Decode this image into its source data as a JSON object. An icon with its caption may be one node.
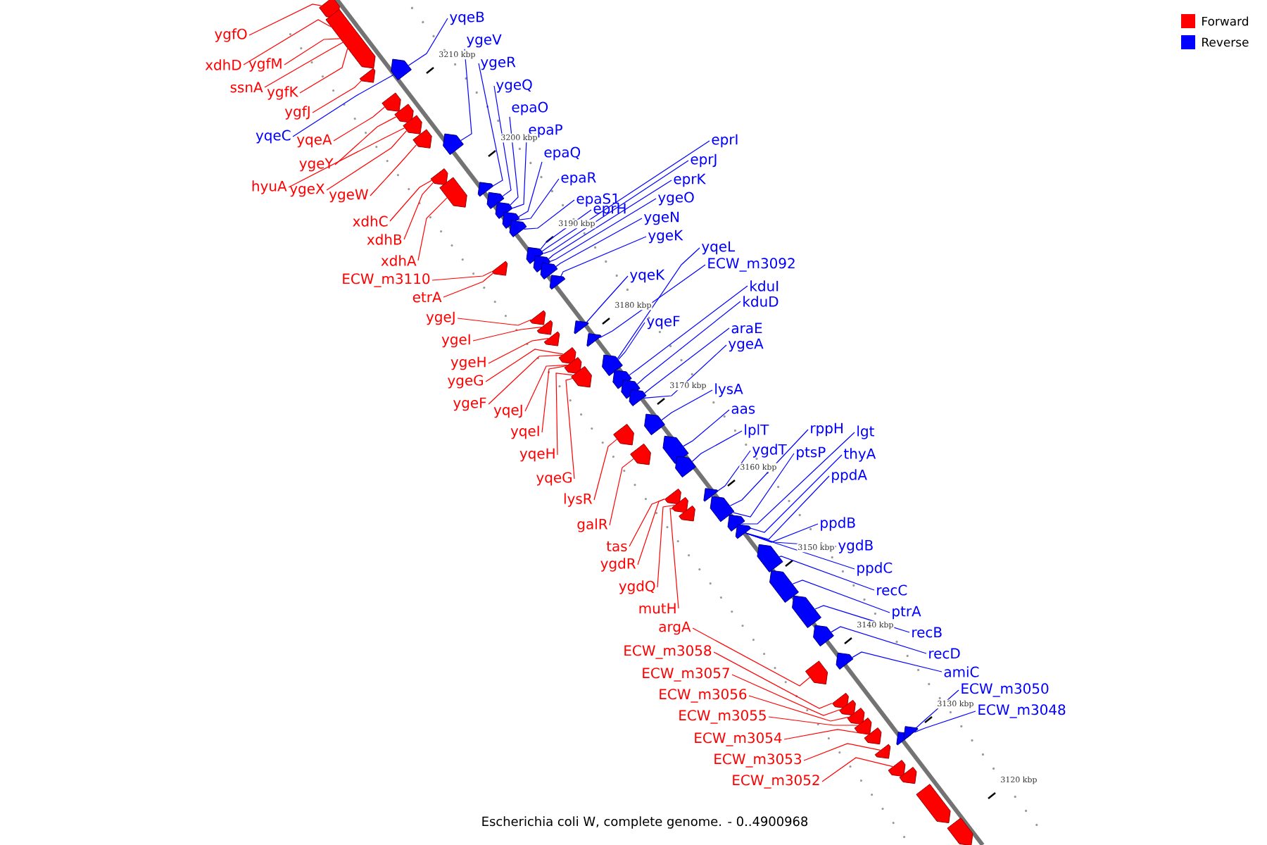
{
  "diagram": {
    "caption": "Escherichia coli W, complete genome. - 0..4900968",
    "nodes": [
      {
        "text": [
          "ygfO"
        ]
      },
      {
        "text": [
          "xdhD"
        ]
      },
      {
        "text": [
          "ygfM"
        ]
      },
      {
        "text": [
          "ssnA"
        ]
      },
      {
        "text": [
          "ygfK"
        ]
      },
      {
        "text": [
          "ygfJ"
        ]
      },
      {
        "text": [
          "yqeC"
        ]
      },
      {
        "text": [
          "yqeA"
        ]
      },
      {
        "text": [
          "ygeY"
        ]
      },
      {
        "text": [
          "hyuA"
        ]
      },
      {
        "text": [
          "ygeX"
        ]
      },
      {
        "text": [
          "ygeW"
        ]
      },
      {
        "text": [
          "xdhC"
        ]
      },
      {
        "text": [
          "xdhB"
        ]
      },
      {
        "text": [
          "xdhA"
        ]
      },
      {
        "text": [
          "ECW_m3110"
        ]
      },
      {
        "text": [
          "etrA"
        ]
      },
      {
        "text": [
          "ygeJ"
        ]
      },
      {
        "text": [
          "ygeI"
        ]
      },
      {
        "text": [
          "ygeH"
        ]
      },
      {
        "text": [
          "ygeG"
        ]
      },
      {
        "text": [
          "ygeF"
        ]
      },
      {
        "text": [
          "yqeJ"
        ]
      },
      {
        "text": [
          "yqeI"
        ]
      },
      {
        "text": [
          "yqeH"
        ]
      },
      {
        "text": [
          "yqeG"
        ]
      },
      {
        "text": [
          "lysR"
        ]
      },
      {
        "text": [
          "galR"
        ]
      },
      {
        "text": [
          "tas"
        ]
      },
      {
        "text": [
          "ygdR"
        ]
      },
      {
        "text": [
          "ygdQ"
        ]
      },
      {
        "text": [
          "mutH"
        ]
      },
      {
        "text": [
          "argA"
        ]
      },
      {
        "text": [
          "ECW_m3058"
        ]
      },
      {
        "text": [
          "ECW_m3057"
        ]
      },
      {
        "text": [
          "ECW_m3056"
        ]
      },
      {
        "text": [
          "ECW_m3055"
        ]
      },
      {
        "text": [
          "ECW_m3054"
        ]
      },
      {
        "text": [
          "ECW_m3053"
        ]
      },
      {
        "text": [
          "ECW_m3052"
        ]
      },
      {
        "text": [
          "yqeB"
        ]
      },
      {
        "text": [
          "ygeV"
        ]
      },
      {
        "text": [
          "ygeR"
        ]
      },
      {
        "text": [
          "ygeQ"
        ]
      },
      {
        "text": [
          "epaO"
        ]
      },
      {
        "text": [
          "epaP"
        ]
      },
      {
        "text": [
          "epaQ"
        ]
      },
      {
        "text": [
          "epaR"
        ]
      },
      {
        "text": [
          "epaS1"
        ]
      },
      {
        "text": [
          "eprI"
        ]
      },
      {
        "text": [
          "eprJ"
        ]
      },
      {
        "text": [
          "eprK"
        ]
      },
      {
        "text": [
          "ygeO"
        ]
      },
      {
        "text": [
          "eprH"
        ]
      },
      {
        "text": [
          "ygeN"
        ]
      },
      {
        "text": [
          "ygeK"
        ]
      },
      {
        "text": [
          "yqeL"
        ]
      },
      {
        "text": [
          "ECW_m3092"
        ]
      },
      {
        "text": [
          "yqeK"
        ]
      },
      {
        "text": [
          "kduI"
        ]
      },
      {
        "text": [
          "kduD"
        ]
      },
      {
        "text": [
          "yqeF"
        ]
      },
      {
        "text": [
          "araE"
        ]
      },
      {
        "text": [
          "ygeA"
        ]
      },
      {
        "text": [
          "lysA"
        ]
      },
      {
        "text": [
          "aas"
        ]
      },
      {
        "text": [
          "lplT"
        ]
      },
      {
        "text": [
          "rppH"
        ]
      },
      {
        "text": [
          "lgt"
        ]
      },
      {
        "text": [
          "ygdT"
        ]
      },
      {
        "text": [
          "ptsP"
        ]
      },
      {
        "text": [
          "thyA"
        ]
      },
      {
        "text": [
          "ppdA"
        ]
      },
      {
        "text": [
          "ppdB"
        ]
      },
      {
        "text": [
          "ygdB"
        ]
      },
      {
        "text": [
          "ppdC"
        ]
      },
      {
        "text": [
          "recC"
        ]
      },
      {
        "text": [
          "ptrA"
        ]
      },
      {
        "text": [
          "recB"
        ]
      },
      {
        "text": [
          "recD"
        ]
      },
      {
        "text": [
          "amiC"
        ]
      },
      {
        "text": [
          "ECW_m3050"
        ]
      },
      {
        "text": [
          "ECW_m3048"
        ]
      },
      {
        "text": [],
        "shape": "arrow"
      },
      {
        "text": [],
        "shape": "arrow"
      },
      {
        "text": [],
        "shape": "arrow"
      },
      {
        "text": [],
        "shape": "arrow"
      },
      {
        "text": [],
        "shape": "arrow"
      },
      {
        "text": [],
        "shape": "arrow"
      },
      {
        "text": [],
        "shape": "arrow"
      },
      {
        "text": [],
        "shape": "arrow"
      },
      {
        "text": [],
        "shape": "arrow"
      },
      {
        "text": [],
        "shape": "arrow"
      },
      {
        "text": [],
        "shape": "arrow"
      },
      {
        "text": [],
        "shape": "arrow"
      },
      {
        "text": [],
        "shape": "arrow"
      },
      {
        "text": [],
        "shape": "arrow"
      },
      {
        "text": [],
        "shape": "arrow"
      },
      {
        "text": [],
        "shape": "arrow"
      },
      {
        "text": [],
        "shape": "arrow"
      },
      {
        "text": [],
        "shape": "arrow"
      },
      {
        "text": [],
        "shape": "arrow"
      },
      {
        "text": [],
        "shape": "arrow"
      },
      {
        "text": [],
        "shape": "arrow"
      },
      {
        "text": [],
        "shape": "arrow"
      },
      {
        "text": [],
        "shape": "arrow"
      },
      {
        "text": [],
        "shape": "arrow"
      },
      {
        "text": [],
        "shape": "arrow"
      },
      {
        "text": [],
        "shape": "arrow"
      },
      {
        "text": [],
        "shape": "arrow"
      },
      {
        "text": [],
        "shape": "arrow"
      },
      {
        "text": [],
        "shape": "arrow"
      },
      {
        "text": [],
        "shape": "arrow"
      },
      {
        "text": [],
        "shape": "arrow"
      },
      {
        "text": [],
        "shape": "arrow"
      },
      {
        "text": [],
        "shape": "arrow"
      },
      {
        "text": [],
        "shape": "arrow"
      },
      {
        "text": [],
        "shape": "arrow"
      },
      {
        "text": [],
        "shape": "arrow"
      },
      {
        "text": [],
        "shape": "arrow"
      },
      {
        "text": [],
        "shape": "arrow"
      },
      {
        "text": [],
        "shape": "arrow"
      },
      {
        "text": [],
        "shape": "arrow"
      },
      {
        "text": [],
        "shape": "arrow"
      },
      {
        "text": [],
        "shape": "arrow"
      },
      {
        "text": [],
        "shape": "arrow"
      },
      {
        "text": [],
        "shape": "arrow"
      },
      {
        "text": [],
        "shape": "arrow"
      },
      {
        "text": [],
        "shape": "arrow"
      },
      {
        "text": [],
        "shape": "arrow"
      },
      {
        "text": [],
        "shape": "arrow"
      },
      {
        "text": [],
        "shape": "arrow"
      },
      {
        "text": [],
        "shape": "arrow"
      },
      {
        "text": [],
        "shape": "arrow"
      },
      {
        "text": [],
        "shape": "arrow"
      },
      {
        "text": [],
        "shape": "arrow"
      },
      {
        "text": [],
        "shape": "arrow"
      },
      {
        "text": [],
        "shape": "arrow"
      },
      {
        "text": [],
        "shape": "arrow"
      },
      {
        "text": [],
        "shape": "arrow"
      },
      {
        "text": [],
        "shape": "arrow"
      },
      {
        "text": [],
        "shape": "arrow"
      },
      {
        "text": [],
        "shape": "arrow"
      },
      {
        "text": [],
        "shape": "arrow"
      },
      {
        "text": [],
        "shape": "arrow"
      },
      {
        "text": [],
        "shape": "arrow"
      }
    ],
    "edges": [
      {
        "from": 0,
        "to": 83,
        "arrow": "none",
        "color": "#ff0000"
      },
      {
        "from": 1,
        "to": 84,
        "arrow": "none",
        "color": "#ff0000"
      },
      {
        "from": 2,
        "to": 84,
        "arrow": "none",
        "color": "#ff0000"
      },
      {
        "from": 3,
        "to": 84,
        "arrow": "none",
        "color": "#ff0000"
      },
      {
        "from": 4,
        "to": 84,
        "arrow": "none",
        "color": "#ff0000"
      },
      {
        "from": 5,
        "to": 85,
        "arrow": "none",
        "color": "#ff0000"
      },
      {
        "from": 6,
        "to": 115,
        "arrow": "none",
        "color": "#0000ff"
      },
      {
        "from": 7,
        "to": 86,
        "arrow": "none",
        "color": "#ff0000"
      },
      {
        "from": 8,
        "to": 87,
        "arrow": "none",
        "color": "#ff0000"
      },
      {
        "from": 9,
        "to": 88,
        "arrow": "none",
        "color": "#ff0000"
      },
      {
        "from": 10,
        "to": 88,
        "arrow": "none",
        "color": "#ff0000"
      },
      {
        "from": 11,
        "to": 89,
        "arrow": "none",
        "color": "#ff0000"
      },
      {
        "from": 12,
        "to": 90,
        "arrow": "none",
        "color": "#ff0000"
      },
      {
        "from": 13,
        "to": 90,
        "arrow": "none",
        "color": "#ff0000"
      },
      {
        "from": 14,
        "to": 91,
        "arrow": "none",
        "color": "#ff0000"
      },
      {
        "from": 15,
        "to": 92,
        "arrow": "none",
        "color": "#ff0000"
      },
      {
        "from": 16,
        "to": 92,
        "arrow": "none",
        "color": "#ff0000"
      },
      {
        "from": 17,
        "to": 93,
        "arrow": "none",
        "color": "#ff0000"
      },
      {
        "from": 18,
        "to": 94,
        "arrow": "none",
        "color": "#ff0000"
      },
      {
        "from": 19,
        "to": 95,
        "arrow": "none",
        "color": "#ff0000"
      },
      {
        "from": 20,
        "to": 96,
        "arrow": "none",
        "color": "#ff0000"
      },
      {
        "from": 21,
        "to": 96,
        "arrow": "none",
        "color": "#ff0000"
      },
      {
        "from": 22,
        "to": 97,
        "arrow": "none",
        "color": "#ff0000"
      },
      {
        "from": 23,
        "to": 97,
        "arrow": "none",
        "color": "#ff0000"
      },
      {
        "from": 24,
        "to": 98,
        "arrow": "none",
        "color": "#ff0000"
      },
      {
        "from": 25,
        "to": 98,
        "arrow": "none",
        "color": "#ff0000"
      },
      {
        "from": 26,
        "to": 99,
        "arrow": "none",
        "color": "#ff0000"
      },
      {
        "from": 27,
        "to": 100,
        "arrow": "none",
        "color": "#ff0000"
      },
      {
        "from": 28,
        "to": 101,
        "arrow": "none",
        "color": "#ff0000"
      },
      {
        "from": 29,
        "to": 101,
        "arrow": "none",
        "color": "#ff0000"
      },
      {
        "from": 30,
        "to": 102,
        "arrow": "none",
        "color": "#ff0000"
      },
      {
        "from": 31,
        "to": 103,
        "arrow": "none",
        "color": "#ff0000"
      },
      {
        "from": 32,
        "to": 104,
        "arrow": "none",
        "color": "#ff0000"
      },
      {
        "from": 33,
        "to": 105,
        "arrow": "none",
        "color": "#ff0000"
      },
      {
        "from": 34,
        "to": 106,
        "arrow": "none",
        "color": "#ff0000"
      },
      {
        "from": 35,
        "to": 107,
        "arrow": "none",
        "color": "#ff0000"
      },
      {
        "from": 36,
        "to": 108,
        "arrow": "none",
        "color": "#ff0000"
      },
      {
        "from": 37,
        "to": 109,
        "arrow": "none",
        "color": "#ff0000"
      },
      {
        "from": 38,
        "to": 110,
        "arrow": "none",
        "color": "#ff0000"
      },
      {
        "from": 39,
        "to": 111,
        "arrow": "none",
        "color": "#ff0000"
      },
      {
        "from": 40,
        "to": 115,
        "arrow": "none",
        "color": "#0000ff"
      },
      {
        "from": 41,
        "to": 116,
        "arrow": "none",
        "color": "#0000ff"
      },
      {
        "from": 42,
        "to": 117,
        "arrow": "none",
        "color": "#0000ff"
      },
      {
        "from": 43,
        "to": 118,
        "arrow": "none",
        "color": "#0000ff"
      },
      {
        "from": 44,
        "to": 119,
        "arrow": "none",
        "color": "#0000ff"
      },
      {
        "from": 45,
        "to": 119,
        "arrow": "none",
        "color": "#0000ff"
      },
      {
        "from": 46,
        "to": 120,
        "arrow": "none",
        "color": "#0000ff"
      },
      {
        "from": 47,
        "to": 120,
        "arrow": "none",
        "color": "#0000ff"
      },
      {
        "from": 48,
        "to": 121,
        "arrow": "none",
        "color": "#0000ff"
      },
      {
        "from": 49,
        "to": 122,
        "arrow": "none",
        "color": "#0000ff"
      },
      {
        "from": 50,
        "to": 122,
        "arrow": "none",
        "color": "#0000ff"
      },
      {
        "from": 51,
        "to": 123,
        "arrow": "none",
        "color": "#0000ff"
      },
      {
        "from": 52,
        "to": 123,
        "arrow": "none",
        "color": "#0000ff"
      },
      {
        "from": 53,
        "to": 122,
        "arrow": "none",
        "color": "#0000ff"
      },
      {
        "from": 54,
        "to": 124,
        "arrow": "none",
        "color": "#0000ff"
      },
      {
        "from": 55,
        "to": 125,
        "arrow": "none",
        "color": "#0000ff"
      },
      {
        "from": 56,
        "to": 128,
        "arrow": "none",
        "color": "#0000ff"
      },
      {
        "from": 57,
        "to": 127,
        "arrow": "none",
        "color": "#0000ff"
      },
      {
        "from": 58,
        "to": 126,
        "arrow": "none",
        "color": "#0000ff"
      },
      {
        "from": 59,
        "to": 129,
        "arrow": "none",
        "color": "#0000ff"
      },
      {
        "from": 60,
        "to": 130,
        "arrow": "none",
        "color": "#0000ff"
      },
      {
        "from": 61,
        "to": 128,
        "arrow": "none",
        "color": "#0000ff"
      },
      {
        "from": 62,
        "to": 131,
        "arrow": "none",
        "color": "#0000ff"
      },
      {
        "from": 63,
        "to": 131,
        "arrow": "none",
        "color": "#0000ff"
      },
      {
        "from": 64,
        "to": 132,
        "arrow": "none",
        "color": "#0000ff"
      },
      {
        "from": 65,
        "to": 133,
        "arrow": "none",
        "color": "#0000ff"
      },
      {
        "from": 66,
        "to": 134,
        "arrow": "none",
        "color": "#0000ff"
      },
      {
        "from": 67,
        "to": 136,
        "arrow": "none",
        "color": "#0000ff"
      },
      {
        "from": 68,
        "to": 137,
        "arrow": "none",
        "color": "#0000ff"
      },
      {
        "from": 69,
        "to": 135,
        "arrow": "none",
        "color": "#0000ff"
      },
      {
        "from": 70,
        "to": 136,
        "arrow": "none",
        "color": "#0000ff"
      },
      {
        "from": 71,
        "to": 137,
        "arrow": "none",
        "color": "#0000ff"
      },
      {
        "from": 72,
        "to": 138,
        "arrow": "none",
        "color": "#0000ff"
      },
      {
        "from": 73,
        "to": 138,
        "arrow": "none",
        "color": "#0000ff"
      },
      {
        "from": 74,
        "to": 138,
        "arrow": "none",
        "color": "#0000ff"
      },
      {
        "from": 75,
        "to": 138,
        "arrow": "none",
        "color": "#0000ff"
      },
      {
        "from": 76,
        "to": 139,
        "arrow": "none",
        "color": "#0000ff"
      },
      {
        "from": 77,
        "to": 140,
        "arrow": "none",
        "color": "#0000ff"
      },
      {
        "from": 78,
        "to": 141,
        "arrow": "none",
        "color": "#0000ff"
      },
      {
        "from": 79,
        "to": 142,
        "arrow": "none",
        "color": "#0000ff"
      },
      {
        "from": 80,
        "to": 143,
        "arrow": "none",
        "color": "#0000ff"
      },
      {
        "from": 81,
        "to": 144,
        "arrow": "none",
        "color": "#0000ff"
      },
      {
        "from": 82,
        "to": 145,
        "arrow": "none",
        "color": "#0000ff"
      }
    ],
    "labels": [
      "3210 kbp",
      "3200 kbp",
      "3190 kbp",
      "3180 kbp",
      "3170 kbp",
      "3160 kbp",
      "3150 kbp",
      "3140 kbp",
      "3130 kbp",
      "3120 kbp"
    ],
    "legend": [
      {
        "text": "Forward",
        "color": "#ff0000"
      },
      {
        "text": "Reverse",
        "color": "#0000ff"
      }
    ]
  }
}
